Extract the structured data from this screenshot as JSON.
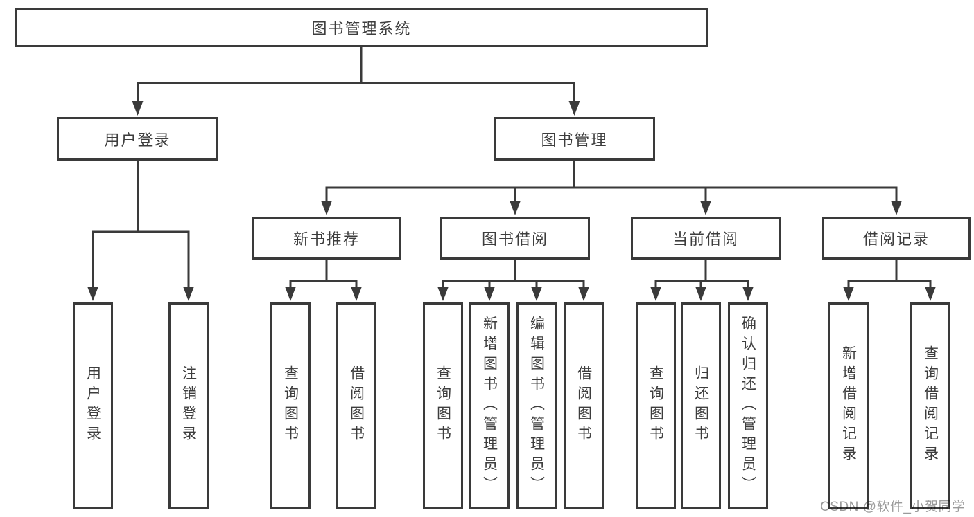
{
  "colors": {
    "line": "#3a3a3a",
    "text": "#3d3d3d",
    "watermark": "#9a9a9a",
    "background": "#ffffff"
  },
  "watermark": {
    "text": "CSDN @软件_小贺同学"
  },
  "tree": {
    "root": {
      "label": "图书管理系统"
    },
    "children": [
      {
        "label": "用户登录",
        "leaves": [
          {
            "label": "用户登录"
          },
          {
            "label": "注销登录"
          }
        ]
      },
      {
        "label": "图书管理",
        "children": [
          {
            "label": "新书推荐",
            "leaves": [
              {
                "label": "查询图书"
              },
              {
                "label": "借阅图书"
              }
            ]
          },
          {
            "label": "图书借阅",
            "leaves": [
              {
                "label": "查询图书"
              },
              {
                "label": "新增图书（管理员）"
              },
              {
                "label": "编辑图书（管理员）"
              },
              {
                "label": "借阅图书"
              }
            ]
          },
          {
            "label": "当前借阅",
            "leaves": [
              {
                "label": "查询图书"
              },
              {
                "label": "归还图书"
              },
              {
                "label": "确认归还（管理员）"
              }
            ]
          },
          {
            "label": "借阅记录",
            "leaves": [
              {
                "label": "新增借阅记录"
              },
              {
                "label": "查询借阅记录"
              }
            ]
          }
        ]
      }
    ]
  }
}
